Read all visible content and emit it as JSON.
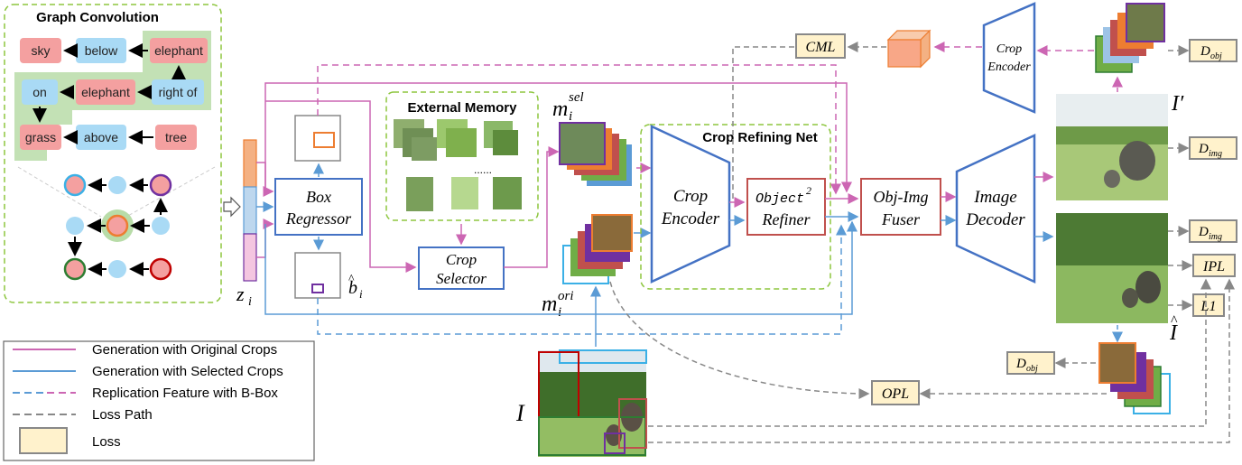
{
  "graph_convolution": {
    "title": "Graph Convolution",
    "nodes": {
      "sky": "sky",
      "below": "below",
      "elephant_top": "elephant",
      "on": "on",
      "elephant_mid": "elephant",
      "right_of": "right of",
      "grass": "grass",
      "above": "above",
      "tree": "tree"
    }
  },
  "z_label": "z",
  "z_sub": "i",
  "box_regressor": [
    "Box",
    "Regressor"
  ],
  "b_hat": "b",
  "b_hat_sub": "i",
  "external_memory": {
    "title": "External Memory",
    "dots": "......"
  },
  "crop_selector": [
    "Crop",
    "Selector"
  ],
  "m_sel": {
    "base": "m",
    "sup": "sel",
    "sub": "i"
  },
  "m_ori": {
    "base": "m",
    "sup": "ori",
    "sub": "i"
  },
  "crop_refining_net": {
    "title": "Crop Refining Net",
    "crop_encoder": [
      "Crop",
      "Encoder"
    ],
    "object_refiner": [
      "Object",
      "2",
      "Refiner"
    ]
  },
  "obj_img_fuser": [
    "Obj-Img",
    "Fuser"
  ],
  "image_decoder": [
    "Image",
    "Decoder"
  ],
  "top_crop_encoder": [
    "Crop",
    "Encoder"
  ],
  "losses": {
    "cml": "CML",
    "d_obj": "D",
    "d_obj_sub": "obj",
    "d_img": "D",
    "d_img_sub": "img",
    "ipl": "IPL",
    "l1": "L1",
    "opl": "OPL"
  },
  "image_labels": {
    "I": "I",
    "I_prime": "I′",
    "I_hat": "I"
  },
  "legend": [
    {
      "label": "Generation with Original Crops",
      "color": "#cc66b3",
      "style": "solid"
    },
    {
      "label": "Generation with Selected Crops",
      "color": "#5b9bd5",
      "style": "solid"
    },
    {
      "label": "Replication Feature with B-Box",
      "color": "#5b9bd5",
      "alt_color": "#cc66b3",
      "style": "dashed"
    },
    {
      "label": "Loss Path",
      "color": "#888888",
      "style": "dashed"
    },
    {
      "label": "Loss",
      "color": "#fff2cc",
      "style": "box"
    }
  ],
  "colors": {
    "pink_line": "#cc66b3",
    "blue_line": "#5b9bd5",
    "gray_line": "#888888",
    "green_dash": "#8dc63f",
    "box_blue": "#4472c4",
    "box_red": "#c0504d",
    "loss_fill": "#fff2cc",
    "node_red": "#f4a0a0",
    "node_blue": "#a9daf5"
  }
}
